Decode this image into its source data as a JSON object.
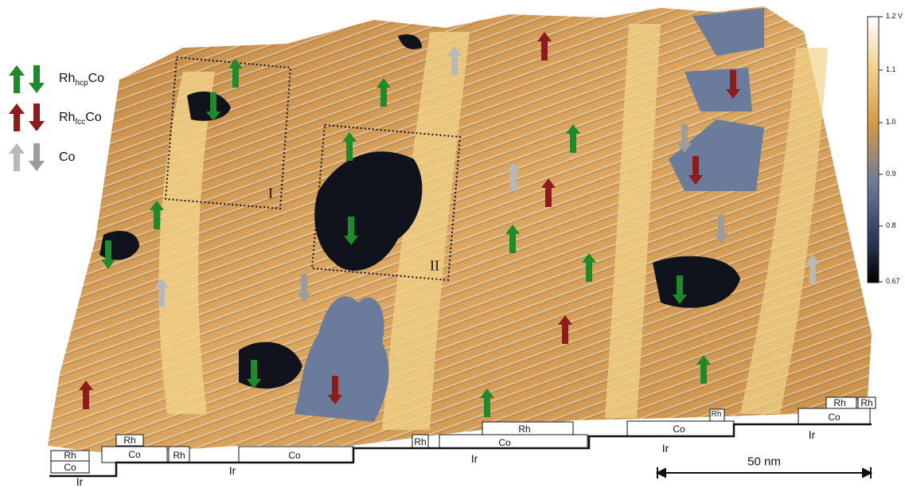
{
  "legend": {
    "rhhcp": {
      "main": "Rh",
      "sub": "hcp",
      "suffix": "Co",
      "up_color": "#1f8a2a",
      "down_color": "#1f8a2a"
    },
    "rhfcc": {
      "main": "Rh",
      "sub": "fcc",
      "suffix": "Co",
      "up_color": "#8e1c1c",
      "down_color": "#8e1c1c"
    },
    "co": {
      "label": "Co",
      "up_color": "#b8b8b8",
      "down_color": "#9c9c9c"
    }
  },
  "colorbar": {
    "ticks": [
      "1.2 V",
      "1.1",
      "1.0",
      "0.9",
      "0.8",
      "0.67"
    ],
    "values": [
      1.2,
      1.1,
      1.0,
      0.9,
      0.8,
      0.67
    ],
    "colors": [
      "#ffffff",
      "#f3d08a",
      "#d79a43",
      "#6e7c9a",
      "#2a3455",
      "#000000"
    ]
  },
  "regions": {
    "r1": "I",
    "r2": "II"
  },
  "structure": {
    "rh": "Rh",
    "co": "Co",
    "ir": "Ir"
  },
  "scale_bar": {
    "label": "50 nm"
  },
  "surface_colors": {
    "rhfcc_domain": "#6b7b9b",
    "rhhcp_domain": "#10121c",
    "co_base": "#d9a25a",
    "ir_strip": "#f0d07a"
  }
}
